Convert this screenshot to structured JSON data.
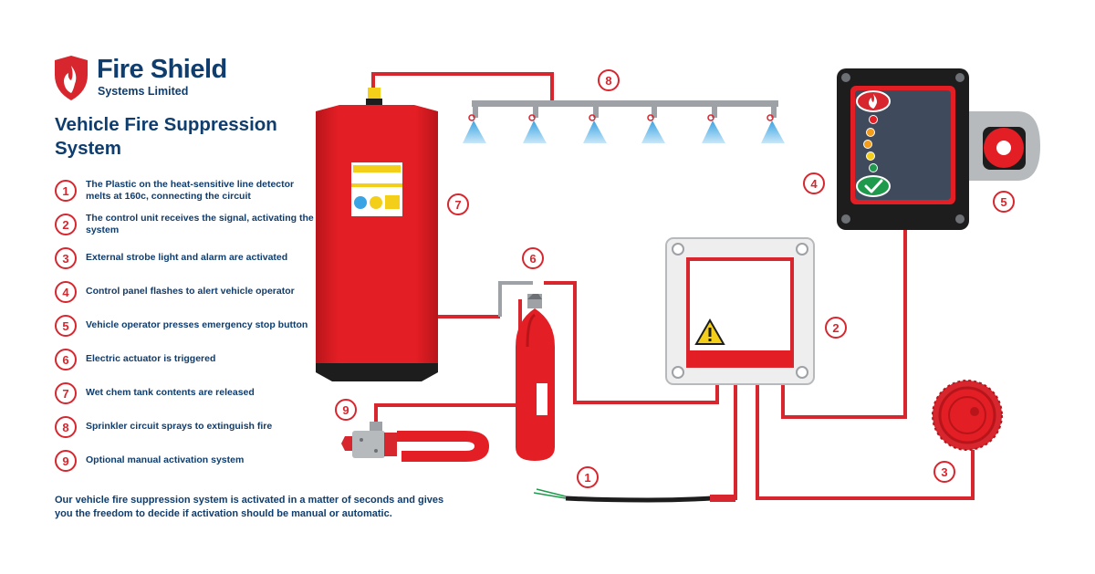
{
  "brand": {
    "name": "Fire Shield",
    "subtitle": "Systems Limited",
    "logo_icon": "shield-flame-icon"
  },
  "title": "Vehicle Fire Suppression System",
  "steps": [
    {
      "number": "1",
      "text": "The Plastic on the heat-sensitive line detector melts at 160c, connecting the circuit"
    },
    {
      "number": "2",
      "text": "The control unit receives the signal, activating the system"
    },
    {
      "number": "3",
      "text": "External strobe light and alarm are activated"
    },
    {
      "number": "4",
      "text": "Control panel flashes to alert vehicle operator"
    },
    {
      "number": "5",
      "text": "Vehicle operator presses emergency stop button"
    },
    {
      "number": "6",
      "text": "Electric actuator is triggered"
    },
    {
      "number": "7",
      "text": "Wet chem tank contents are released"
    },
    {
      "number": "8",
      "text": "Sprinkler circuit sprays to extinguish fire"
    },
    {
      "number": "9",
      "text": "Optional manual activation system"
    }
  ],
  "footer": "Our vehicle fire suppression system is activated in a matter of seconds and gives you the freedom to decide if activation should be manual or automatic.",
  "callouts": {
    "c1": "1",
    "c2": "2",
    "c3": "3",
    "c4": "4",
    "c5": "5",
    "c6": "6",
    "c7": "7",
    "c8": "8",
    "c9": "9"
  },
  "colors": {
    "brand_red": "#d7262e",
    "tank_red": "#e31e24",
    "navy": "#0f3d6e",
    "pipe_grey": "#9ea2a6",
    "spray_blue": "#3aa3e3",
    "status_yellow": "#f3cf1a",
    "status_green": "#1f9a4c",
    "panel_black": "#1d1d1d"
  },
  "icons": {
    "warning": "warning-icon",
    "check": "check-icon",
    "flame": "flame-icon"
  }
}
